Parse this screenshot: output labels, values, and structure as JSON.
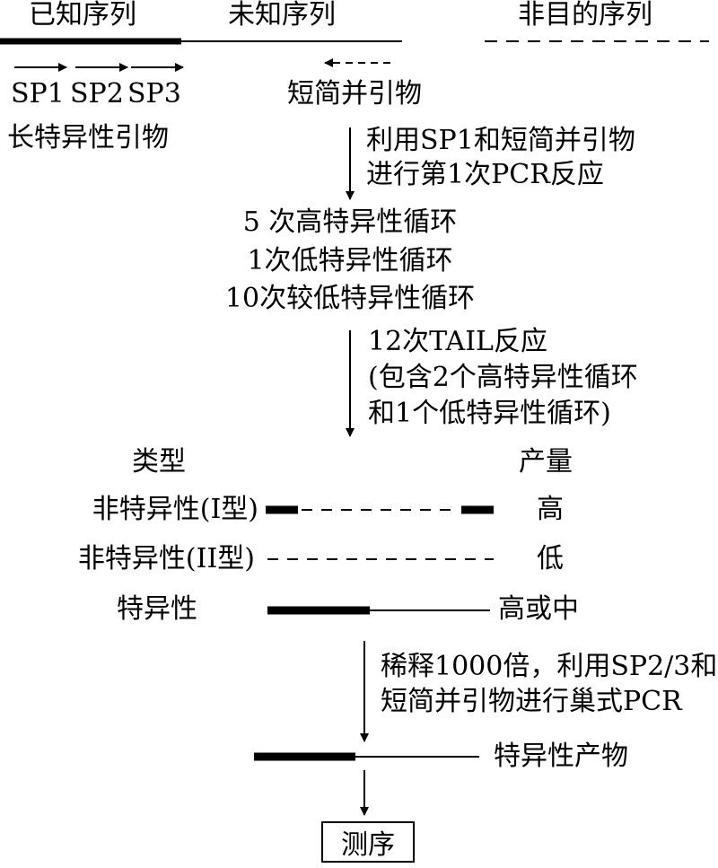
{
  "header": {
    "known_seq": "已知序列",
    "unknown_seq": "未知序列",
    "non_target_seq": "非目的序列"
  },
  "primers": {
    "sp1": "SP1",
    "sp2": "SP2",
    "sp3": "SP3",
    "long_specific": "长特异性引物",
    "short_degenerate": "短简并引物"
  },
  "step1": {
    "line1": "利用SP1和短简并引物",
    "line2": "进行第1次PCR反应"
  },
  "cycles": {
    "line1": "5 次高特异性循环",
    "line2": "1次低特异性循环",
    "line3": "10次较低特异性循环"
  },
  "step2": {
    "line1": "12次TAIL反应",
    "line2": "(包含2个高特异性循环",
    "line3": "和1个低特异性循环)"
  },
  "table": {
    "type_header": "类型",
    "yield_header": "产量",
    "rows": [
      {
        "type": "非特异性(I型)",
        "yield": "高"
      },
      {
        "type": "非特异性(II型)",
        "yield": "低"
      },
      {
        "type": "特异性",
        "yield": "高或中"
      }
    ]
  },
  "step3": {
    "line1": "稀释1000倍，利用SP2/3和",
    "line2": "短简并引物进行巢式PCR"
  },
  "product": "特异性产物",
  "final": "测序"
}
